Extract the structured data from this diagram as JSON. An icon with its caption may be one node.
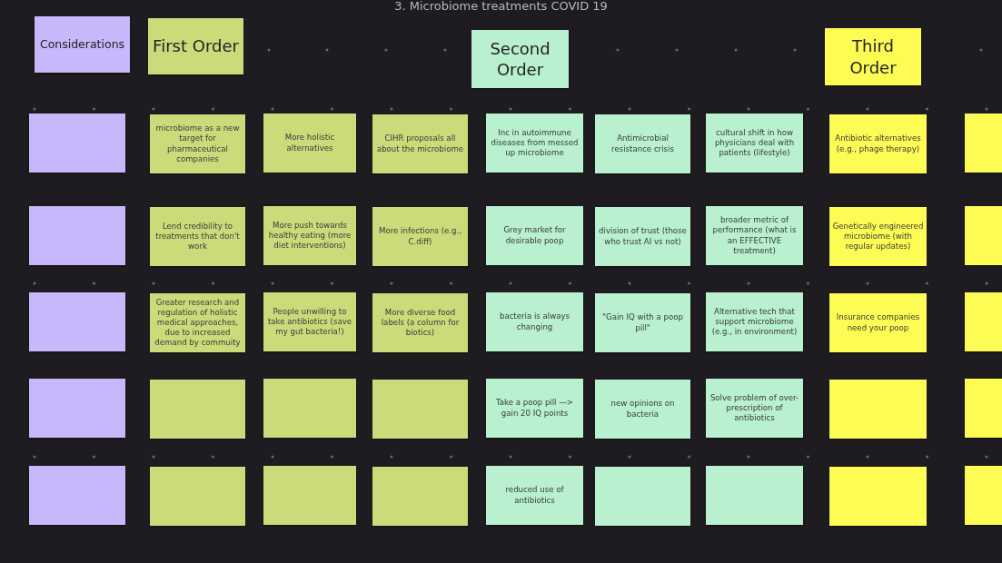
{
  "diagram": {
    "title": "3. Microbiome treatments COVID 19",
    "nodes": [
      {
        "text": [
          "Considerations"
        ]
      },
      {
        "text": [
          "First Order"
        ]
      },
      {
        "text": [
          "Second Order"
        ]
      },
      {
        "text": [
          "Third Order"
        ]
      },
      {
        "text": [],
        "shape": "box"
      },
      {
        "text": [
          "microbiome as a new target for pharmaceutical companies"
        ]
      },
      {
        "text": [
          "More holistic alternatives"
        ]
      },
      {
        "text": [
          "CIHR proposals all about the microbiome"
        ]
      },
      {
        "text": [
          "Inc in autoimmune diseases from messed up microbiome"
        ]
      },
      {
        "text": [
          "Antimicrobial resistance crisis"
        ]
      },
      {
        "text": [
          "cultural shift in how physicians deal with patients (lifestyle)"
        ]
      },
      {
        "text": [
          "Antibiotic alternatives (e.g., phage therapy)"
        ]
      },
      {
        "text": [],
        "shape": "box"
      },
      {
        "text": [],
        "shape": "box"
      },
      {
        "text": [
          "Lend credibility to treatments that don't work"
        ]
      },
      {
        "text": [
          "More push towards healthy eating (more diet interventions)"
        ]
      },
      {
        "text": [
          "More infections (e.g., C.diff)"
        ]
      },
      {
        "text": [
          "Grey market for desirable poop"
        ]
      },
      {
        "text": [
          "division of trust (those who trust AI vs not)"
        ]
      },
      {
        "text": [
          "broader metric of performance (what is an EFFECTIVE treatment)"
        ]
      },
      {
        "text": [
          "Genetically engineered microbiome (with regular updates)"
        ]
      },
      {
        "text": [],
        "shape": "box"
      },
      {
        "text": [],
        "shape": "box"
      },
      {
        "text": [
          "Greater research and regulation of holistic medical approaches, due to increased demand by commuity"
        ]
      },
      {
        "text": [
          "People unwilling to take antibiotics (save my gut bacteria!)"
        ]
      },
      {
        "text": [
          "More diverse food labels (a column for biotics)"
        ]
      },
      {
        "text": [
          "bacteria is always changing"
        ]
      },
      {
        "text": [
          "\"Gain IQ with a poop pill\""
        ]
      },
      {
        "text": [
          "Alternative tech that support microbiome (e.g., in environment)"
        ]
      },
      {
        "text": [
          "Insurance companies need your poop"
        ]
      },
      {
        "text": [],
        "shape": "box"
      },
      {
        "text": [],
        "shape": "box"
      },
      {
        "text": [],
        "shape": "box"
      },
      {
        "text": [],
        "shape": "box"
      },
      {
        "text": [],
        "shape": "box"
      },
      {
        "text": [
          "Take a poop pill —> gain 20 IQ points"
        ]
      },
      {
        "text": [
          "new opinions on bacteria"
        ]
      },
      {
        "text": [
          "Solve problem of over-prescription of antibiotics"
        ]
      },
      {
        "text": [],
        "shape": "box"
      },
      {
        "text": [],
        "shape": "box"
      },
      {
        "text": [],
        "shape": "box"
      },
      {
        "text": [],
        "shape": "box"
      },
      {
        "text": [],
        "shape": "box"
      },
      {
        "text": [],
        "shape": "box"
      },
      {
        "text": [
          "reduced use of antibiotics"
        ]
      },
      {
        "text": [],
        "shape": "box"
      },
      {
        "text": [],
        "shape": "box"
      },
      {
        "text": [],
        "shape": "box"
      },
      {
        "text": [],
        "shape": "box"
      }
    ]
  }
}
